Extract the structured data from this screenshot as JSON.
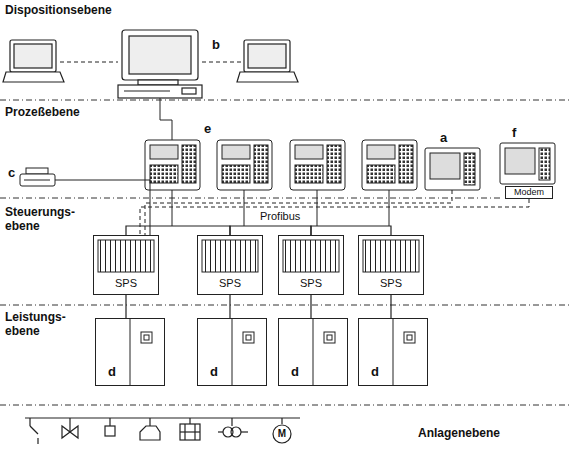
{
  "diagram": {
    "nodes": [
      {
        "text": [
          "Modem"
        ]
      },
      {
        "text": [
          "SPS"
        ]
      },
      {
        "text": [
          "SPS"
        ]
      },
      {
        "text": [
          "SPS"
        ]
      },
      {
        "text": [
          "SPS"
        ]
      },
      {
        "text": [
          "d"
        ]
      },
      {
        "text": [
          "d"
        ]
      },
      {
        "text": [
          "d"
        ]
      },
      {
        "text": [
          "d"
        ]
      }
    ],
    "edges": [
      {
        "from": 1,
        "to": 2,
        "arrow": "none"
      },
      {
        "from": 2,
        "to": 3,
        "arrow": "none"
      },
      {
        "from": 3,
        "to": 4,
        "arrow": "none"
      },
      {
        "from": 1,
        "to": 5,
        "arrow": "none"
      },
      {
        "from": 2,
        "to": 6,
        "arrow": "none"
      },
      {
        "from": 3,
        "to": 7,
        "arrow": "none"
      },
      {
        "from": 4,
        "to": 8,
        "arrow": "none"
      }
    ],
    "labels": [
      "Dispositionsebene",
      "b",
      "Prozeßebene",
      "e",
      "c",
      "a",
      "f",
      "Steuerungs- ebene",
      "Profibus",
      "Leistungs- ebene",
      "Anlagenebene",
      "M"
    ]
  }
}
